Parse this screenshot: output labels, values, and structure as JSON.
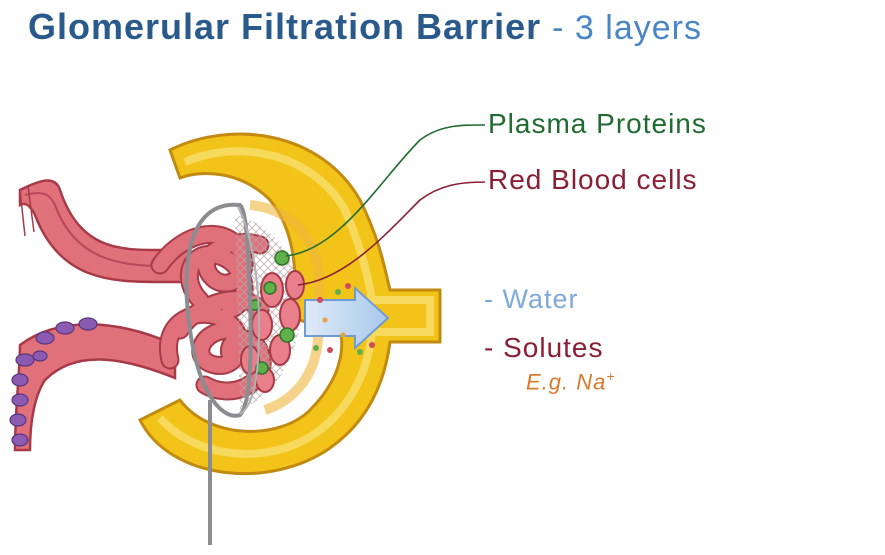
{
  "title": {
    "main": "Glomerular Filtration Barrier",
    "sub": "- 3 layers"
  },
  "labels": {
    "plasma_proteins": "Plasma Proteins",
    "red_blood_cells": "Red Blood cells",
    "water": "- Water",
    "solutes": "- Solutes",
    "example_prefix": "E.g. Na",
    "example_sup": "+"
  },
  "colors": {
    "title": "#2a5a8c",
    "plasma_proteins": "#1f6b30",
    "red_blood_cells": "#8a1f34",
    "water": "#7fa9d8",
    "example": "#d97a2b",
    "capsule": "#f2c318",
    "capillary": "#e0707a"
  }
}
